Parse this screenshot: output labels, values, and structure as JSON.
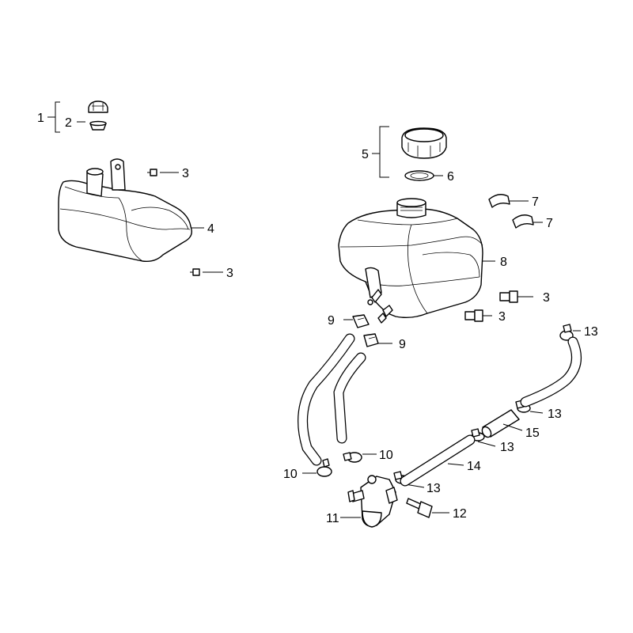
{
  "diagram": {
    "callouts": {
      "c1": "1",
      "c2": "2",
      "c3a": "3",
      "c3b": "3",
      "c3c": "3",
      "c3d": "3",
      "c4": "4",
      "c5": "5",
      "c6": "6",
      "c7a": "7",
      "c7b": "7",
      "c8": "8",
      "c9a": "9",
      "c9b": "9",
      "c10a": "10",
      "c10b": "10",
      "c11": "11",
      "c12": "12",
      "c13a": "13",
      "c13b": "13",
      "c13c": "13",
      "c13d": "13",
      "c14": "14",
      "c15": "15"
    }
  }
}
